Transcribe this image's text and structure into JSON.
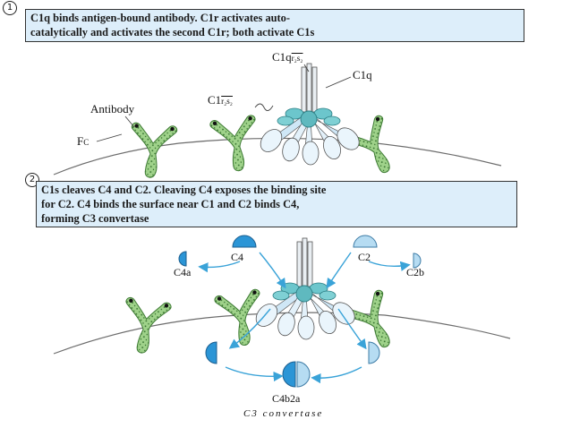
{
  "step1": {
    "badge": "1",
    "text_line1": "C1q binds antigen-bound antibody.  C1r activates auto-",
    "text_line2": "catalytically and activates the second C1r; both activate C1s"
  },
  "step2": {
    "badge": "2",
    "text_line1": "C1s cleaves C4 and C2.  Cleaving C4 exposes the binding site",
    "text_line2": "for C2.  C4 binds the surface near C1 and C2 binds C4,",
    "text_line3": "forming C3 convertase"
  },
  "labels": {
    "c1q_complex_main": "C1q",
    "c1q_complex_sub": "r₂s₂",
    "c1q": "C1q",
    "c1r2s2_main": "C1",
    "c1r2s2_sub": "r₂s₂",
    "antibody": "Antibody",
    "fc_main": "F",
    "fc_sub": "C",
    "c4": "C4",
    "c2": "C2",
    "c4a": "C4a",
    "c2b": "C2b",
    "c4b2a": "C4b2a",
    "c3_convertase": "C3 convertase"
  },
  "colors": {
    "caption_bg": "#ddeefa",
    "antibody_green": "#9fd28a",
    "c1q_teal": "#6cc6cc",
    "c1_petal": "#e8f3fb",
    "c4_blue": "#2b95d6",
    "c2_light_blue": "#b6dcf2",
    "arrow_blue": "#3aa3d8",
    "surface_line": "#6d6d6d"
  }
}
